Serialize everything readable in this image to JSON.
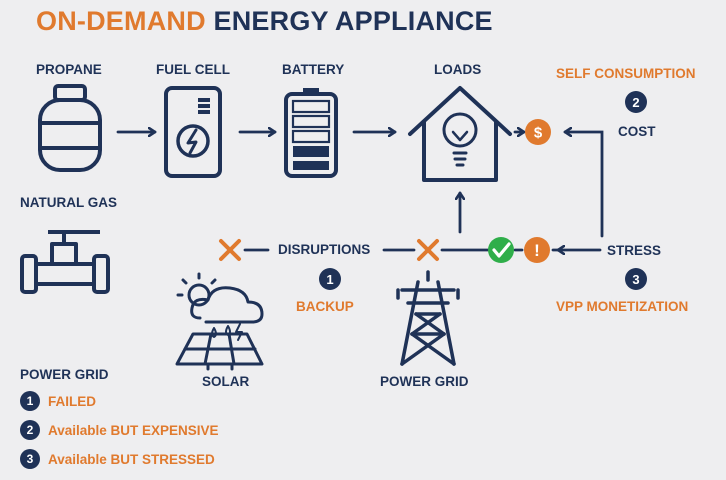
{
  "title": {
    "highlight": "ON-DEMAND",
    "rest": "ENERGY APPLIANCE"
  },
  "nodes": {
    "propane": "PROPANE",
    "fuel_cell": "FUEL CELL",
    "battery": "BATTERY",
    "loads": "LOADS",
    "natural_gas": "NATURAL GAS",
    "solar": "SOLAR",
    "power_grid": "POWER GRID"
  },
  "flow": {
    "self_consumption": "SELF CONSUMPTION",
    "cost": "COST",
    "disruptions": "DISRUPTIONS",
    "backup": "BACKUP",
    "stress": "STRESS",
    "vpp_monetization": "VPP MONETIZATION",
    "dollar": "$",
    "exclaim": "!"
  },
  "badges": {
    "one": "1",
    "two": "2",
    "three": "3"
  },
  "legend": {
    "title": "POWER GRID",
    "items": [
      {
        "num": "1",
        "text": "FAILED"
      },
      {
        "num": "2",
        "text": "Available BUT EXPENSIVE"
      },
      {
        "num": "3",
        "text": "Available BUT STRESSED"
      }
    ]
  },
  "colors": {
    "navy": "#1f3257",
    "orange": "#e07a2e",
    "green": "#2fae4a",
    "background": "#eeeef0"
  }
}
